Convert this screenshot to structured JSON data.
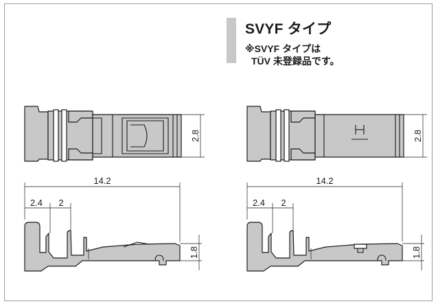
{
  "header": {
    "title": "SVYF タイプ",
    "note_line1": "※SVYF タイプは",
    "note_line2": "TÜV 未登録品です。"
  },
  "colors": {
    "part_fill": "#c8c8c8",
    "line": "#1a1a1a",
    "heading_bar": "#c8c8c8",
    "frame": "#9a9a9a"
  },
  "left_views": {
    "top_height_dim": "2.8",
    "side_length_dim": "14.2",
    "side_dim_a": "2.4",
    "side_dim_b": "2",
    "side_height_dim": "1.8"
  },
  "right_views": {
    "top_height_dim": "2.8",
    "side_length_dim": "14.2",
    "side_dim_a": "2.4",
    "side_dim_b": "2",
    "side_height_dim": "1.8"
  }
}
